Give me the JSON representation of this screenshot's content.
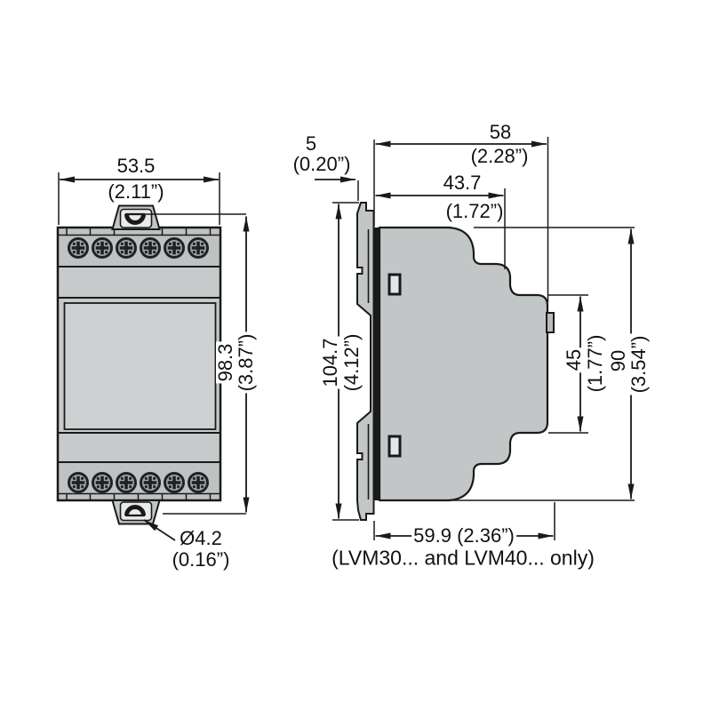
{
  "caption": "(LVM30... and LVM40... only)",
  "front_view": {
    "width_mm": "53.5",
    "width_in": "(2.11”)",
    "height_mm": "98.3",
    "height_in": "(3.87”)",
    "hole_diameter_mm": "Ø4.2",
    "hole_diameter_in": "(0.16”)"
  },
  "side_view": {
    "rail_plate_mm": "5",
    "rail_plate_in": "(0.20”)",
    "depth_mm": "58",
    "depth_in": "(2.28”)",
    "upper_depth_mm": "43.7",
    "upper_depth_in": "(1.72”)",
    "overall_height_mm": "104.7",
    "overall_height_in": "(4.12”)",
    "front_section_height_mm": "45",
    "front_section_height_in": "(1.77”)",
    "body_height_mm": "90",
    "body_height_in": "(3.54”)",
    "depth_with_clip": "59.9 (2.36”)"
  },
  "colors": {
    "line": "#1a1a1a",
    "body_fill": "#c3c6c7",
    "terminal_band_fill": "#bfc2c3",
    "panel_fill": "#ced1d2",
    "recess_fill": "#e9eaeb"
  }
}
